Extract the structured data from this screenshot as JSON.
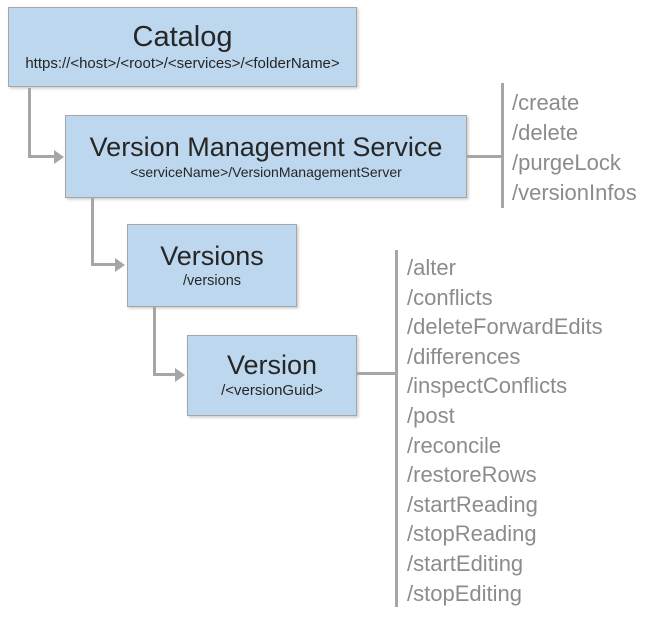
{
  "colors": {
    "node_fill": "#bdd7ee",
    "node_border": "#a6a6a6",
    "connector": "#a6a6a6",
    "node_text": "#262626",
    "operation_text": "#8c8c8c"
  },
  "nodes": {
    "catalog": {
      "title": "Catalog",
      "subtitle": "https://<host>/<root>/<services>/<folderName>"
    },
    "vms": {
      "title": "Version Management Service",
      "subtitle": "<serviceName>/VersionManagementServer"
    },
    "versions": {
      "title": "Versions",
      "subtitle": "/versions"
    },
    "version": {
      "title": "Version",
      "subtitle": "/<versionGuid>"
    }
  },
  "operations": {
    "vms": [
      "/create",
      "/delete",
      "/purgeLock",
      "/versionInfos"
    ],
    "version": [
      "/alter",
      "/conflicts",
      "/deleteForwardEdits",
      "/differences",
      "/inspectConflicts",
      "/post",
      "/reconcile",
      "/restoreRows",
      "/startReading",
      "/stopReading",
      "/startEditing",
      "/stopEditing"
    ]
  }
}
